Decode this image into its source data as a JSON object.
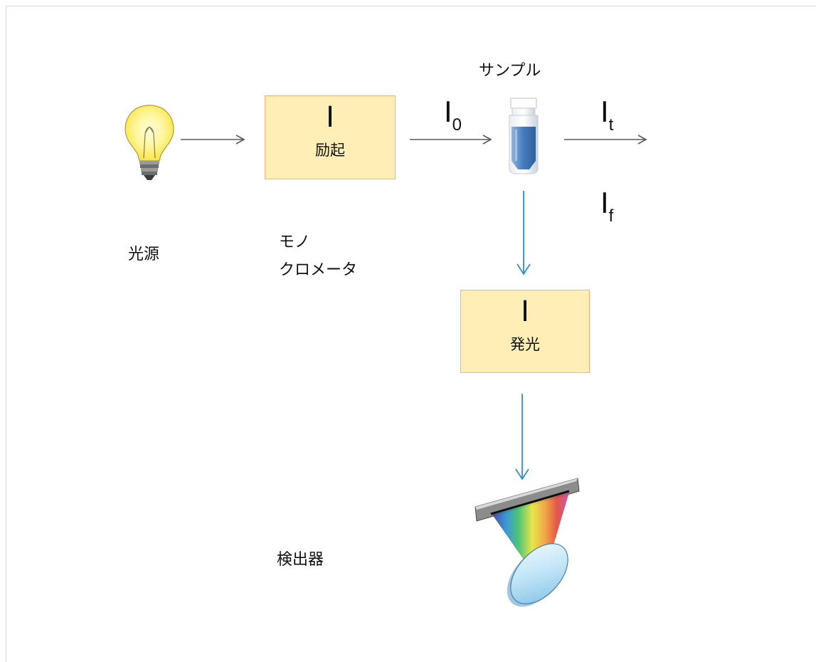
{
  "diagram": {
    "light_source_label": "光源",
    "monochromator_label_line1": "モノ",
    "monochromator_label_line2": "クロメータ",
    "sample_label": "サンプル",
    "detector_label": "検出器",
    "excitation_box": {
      "symbol": "I",
      "caption": "励起"
    },
    "emission_box": {
      "symbol": "I",
      "caption": "発光"
    },
    "i0": {
      "base": "I",
      "sub": "0"
    },
    "it": {
      "base": "I",
      "sub": "t"
    },
    "if": {
      "base": "I",
      "sub": "f"
    }
  },
  "colors": {
    "box_fill": "#ffeeb5",
    "box_border": "#f4b183",
    "gray_arrow": "#595959",
    "blue_arrow": "#2e8fd6",
    "sample_liquid": "#4f81bd"
  },
  "icons": [
    "light-bulb-icon",
    "sample-vial-icon",
    "detector-grating-icon"
  ]
}
